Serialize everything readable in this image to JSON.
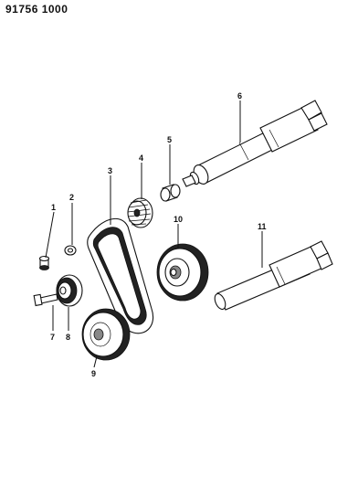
{
  "doc_id": "91756 1000",
  "callouts": [
    {
      "num": "1",
      "part": "bolt"
    },
    {
      "num": "2",
      "part": "washer"
    },
    {
      "num": "3",
      "part": "timing-belt"
    },
    {
      "num": "4",
      "part": "small-sprocket"
    },
    {
      "num": "5",
      "part": "spacer"
    },
    {
      "num": "6",
      "part": "upper-balance-shaft"
    },
    {
      "num": "7",
      "part": "tensioner-bolt"
    },
    {
      "num": "8",
      "part": "tensioner-pulley"
    },
    {
      "num": "9",
      "part": "crankshaft-flange"
    },
    {
      "num": "10",
      "part": "large-sprocket"
    },
    {
      "num": "11",
      "part": "lower-balance-shaft"
    }
  ]
}
